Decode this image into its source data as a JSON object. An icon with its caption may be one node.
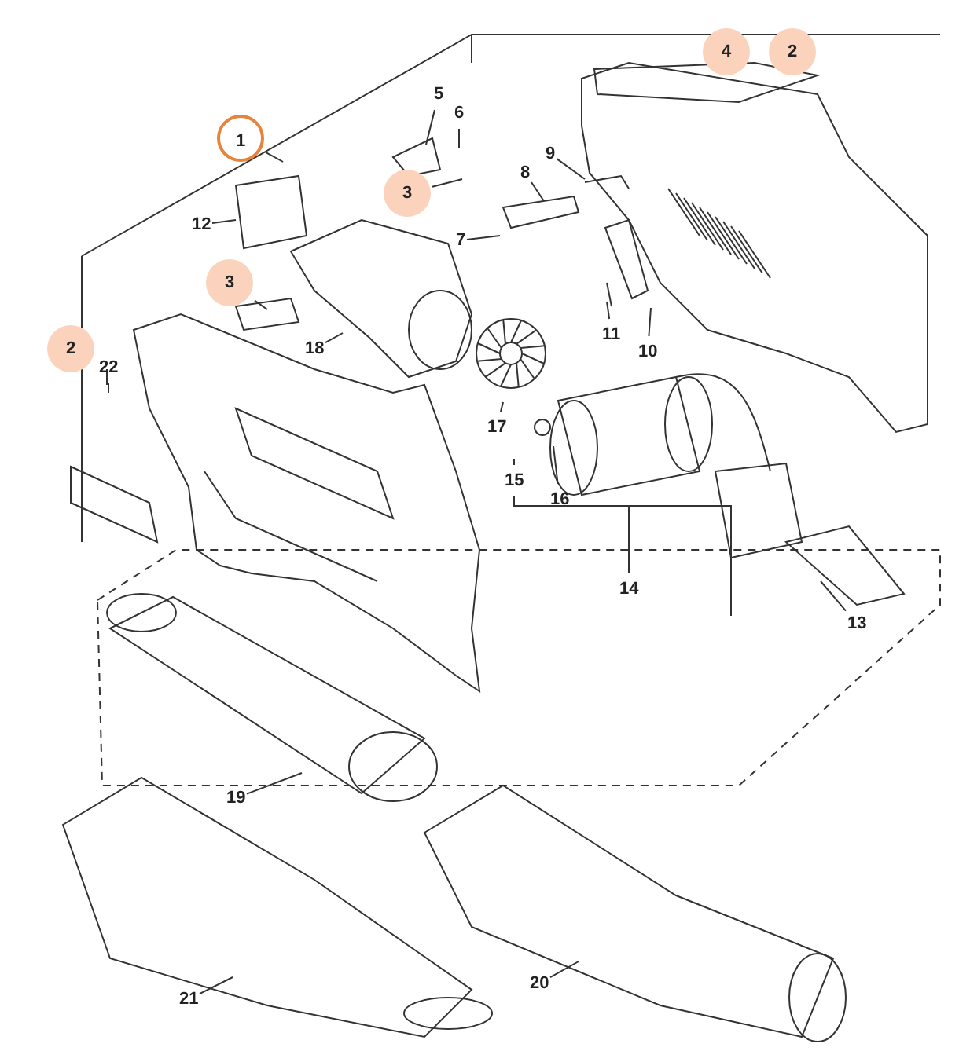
{
  "diagram": {
    "nodes": [
      {
        "text": [
          "5"
        ]
      },
      {
        "text": [
          "6"
        ]
      },
      {
        "text": [
          "1"
        ]
      },
      {
        "text": [
          "8"
        ]
      },
      {
        "text": [
          "9"
        ]
      },
      {
        "text": [
          "3"
        ]
      },
      {
        "text": [
          "12"
        ]
      },
      {
        "text": [
          "7"
        ]
      },
      {
        "text": [
          "3"
        ]
      },
      {
        "text": [
          "18"
        ]
      },
      {
        "text": [
          "11"
        ]
      },
      {
        "text": [
          "10"
        ]
      },
      {
        "text": [
          "22"
        ]
      },
      {
        "text": [
          "17"
        ]
      },
      {
        "text": [
          "15"
        ]
      },
      {
        "text": [
          "16"
        ]
      },
      {
        "text": [
          "14"
        ]
      },
      {
        "text": [
          "13"
        ]
      },
      {
        "text": [
          "19"
        ]
      },
      {
        "text": [
          "21"
        ]
      },
      {
        "text": [
          "20"
        ]
      },
      {
        "text": [
          "4"
        ]
      },
      {
        "text": [
          "2"
        ]
      },
      {
        "text": [
          "2"
        ]
      }
    ],
    "edges": [
      {
        "from": 0,
        "to": null,
        "arrow": "none"
      },
      {
        "from": 1,
        "to": null,
        "arrow": "none"
      },
      {
        "from": 2,
        "to": null,
        "arrow": "none"
      },
      {
        "from": 3,
        "to": null,
        "arrow": "none"
      },
      {
        "from": 4,
        "to": null,
        "arrow": "none"
      },
      {
        "from": 5,
        "to": null,
        "arrow": "none"
      },
      {
        "from": 6,
        "to": null,
        "arrow": "none"
      },
      {
        "from": 7,
        "to": null,
        "arrow": "none"
      },
      {
        "from": 8,
        "to": null,
        "arrow": "none"
      },
      {
        "from": 9,
        "to": null,
        "arrow": "none"
      },
      {
        "from": 10,
        "to": null,
        "arrow": "none"
      },
      {
        "from": 11,
        "to": null,
        "arrow": "none"
      },
      {
        "from": 12,
        "to": null,
        "arrow": "none"
      },
      {
        "from": 13,
        "to": null,
        "arrow": "none"
      },
      {
        "from": 14,
        "to": null,
        "arrow": "none"
      },
      {
        "from": 15,
        "to": null,
        "arrow": "none"
      },
      {
        "from": 16,
        "to": null,
        "arrow": "none"
      },
      {
        "from": 17,
        "to": null,
        "arrow": "none"
      },
      {
        "from": 18,
        "to": null,
        "arrow": "none"
      },
      {
        "from": 19,
        "to": null,
        "arrow": "none"
      },
      {
        "from": 20,
        "to": null,
        "arrow": "none"
      }
    ]
  }
}
